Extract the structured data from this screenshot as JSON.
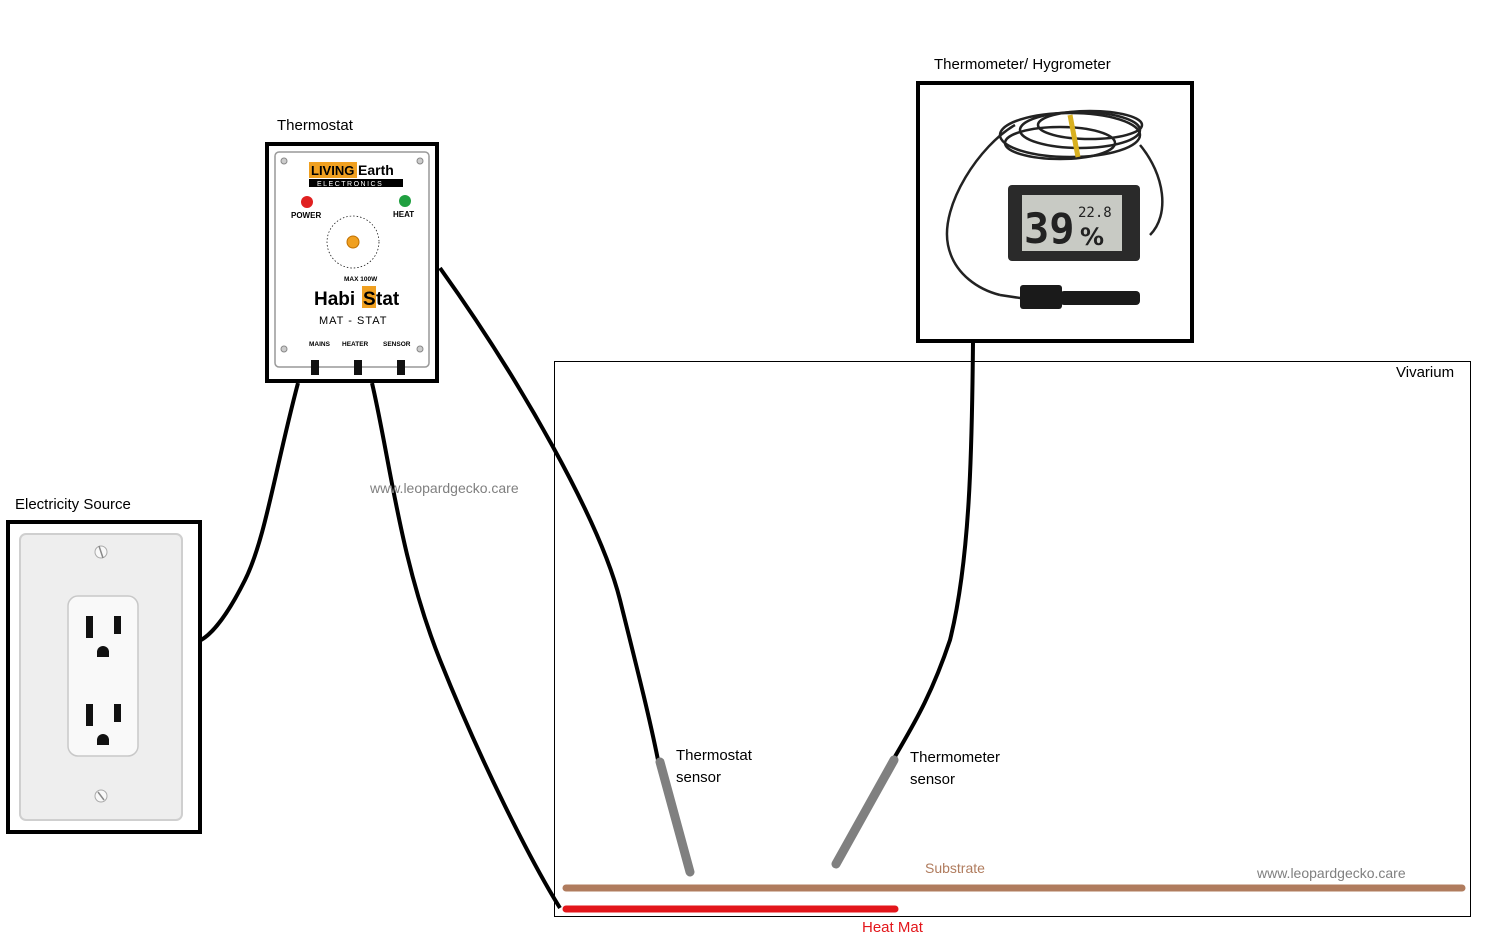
{
  "labels": {
    "thermostat": "Thermostat",
    "hygrometer": "Thermometer/ Hygrometer",
    "electricity": "Electricity Source",
    "vivarium": "Vivarium",
    "thermostat_sensor": [
      "Thermostat",
      "sensor"
    ],
    "thermometer_sensor": [
      "Thermometer",
      "sensor"
    ],
    "substrate": "Substrate",
    "heat_mat": "Heat Mat"
  },
  "watermarks": [
    "www.leopardgecko.care",
    "www.leopardgecko.care"
  ],
  "thermostat_device": {
    "brand_top": "LIVING",
    "brand_right": "Earth",
    "brand_sub": "ELECTRONICS",
    "led_left": "POWER",
    "led_right": "HEAT",
    "max": "MAX 100W",
    "name_a": "Habi",
    "name_s": "S",
    "name_b": "tat",
    "model": "MAT - STAT",
    "ports": [
      "MAINS",
      "HEATER",
      "SENSOR"
    ]
  },
  "hygrometer_device": {
    "humidity": "39",
    "temp": "22.8",
    "unit": "%"
  },
  "colors": {
    "wire": "#000000",
    "substrate": "#b07c5e",
    "heat_mat": "#e3161b",
    "sensor_probe": "#808080",
    "watermark": "#7f7f7f",
    "power_led": "#e02020",
    "heat_led": "#20a040",
    "brand_orange": "#f0a020"
  }
}
